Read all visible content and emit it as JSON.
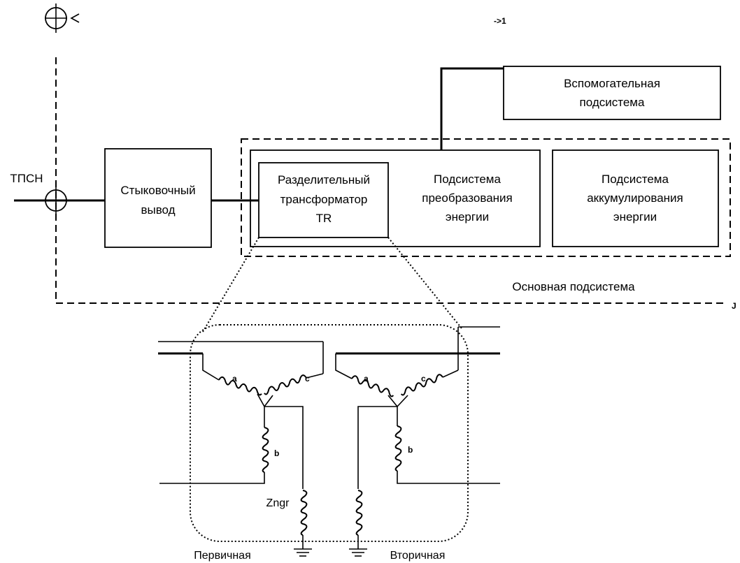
{
  "diagram": {
    "top_marker": "->1",
    "corner_marker": "J",
    "tpsn_label": "ТПСН",
    "docking_output": [
      "Стыковочный",
      "вывод"
    ],
    "auxiliary_subsystem": [
      "Вспомогательная",
      "подсистема"
    ],
    "isolation_transformer": [
      "Разделительный",
      "трансформатор",
      "TR"
    ],
    "conversion_subsystem": [
      "Подсистема",
      "преобразования",
      "энергии"
    ],
    "storage_subsystem": [
      "Подсистема",
      "аккумулирования",
      "энергии"
    ],
    "main_subsystem_label": "Основная подсистема",
    "transformer_detail": {
      "winding_a": "a",
      "winding_b": "b",
      "winding_c": "c",
      "neutral_impedance": "Zngr",
      "primary_label": "Первичная",
      "secondary_label": "Вторичная"
    }
  }
}
